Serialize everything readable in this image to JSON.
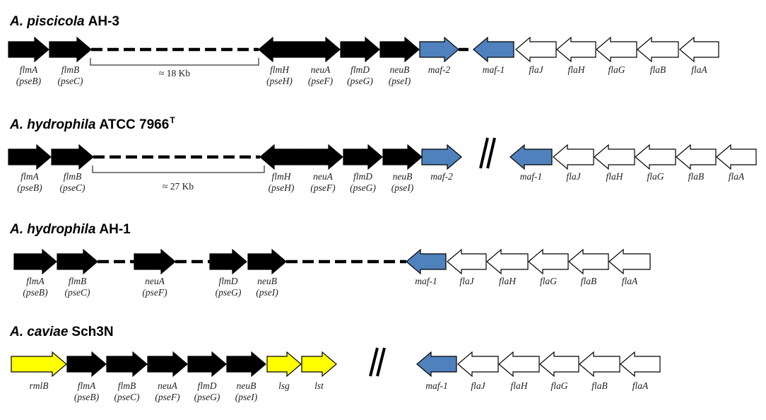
{
  "colors": {
    "black_gene": "#000000",
    "blue_gene": "#4f81bd",
    "yellow_gene": "#ffff00",
    "white_gene": "#ffffff",
    "outline": "#000000"
  },
  "strains": [
    {
      "name": "A. piscicola",
      "strain": "AH-3",
      "sup": "",
      "genes": [
        {
          "label": "flmA",
          "sub": "(pseB)",
          "color": "black",
          "dir": "right"
        },
        {
          "label": "flmB",
          "sub": "(pseC)",
          "color": "black",
          "dir": "right"
        },
        {
          "label": "flmH",
          "sub": "(pseH)",
          "color": "black",
          "dir": "left"
        },
        {
          "label": "neuA",
          "sub": "(pseF)",
          "color": "black",
          "dir": "right"
        },
        {
          "label": "flmD",
          "sub": "(pseG)",
          "color": "black",
          "dir": "right"
        },
        {
          "label": "neuB",
          "sub": "(pseI)",
          "color": "black",
          "dir": "right"
        },
        {
          "label": "maf-2",
          "sub": "",
          "color": "blue",
          "dir": "right"
        },
        {
          "label": "maf-1",
          "sub": "",
          "color": "blue",
          "dir": "left"
        },
        {
          "label": "flaJ",
          "sub": "",
          "color": "white",
          "dir": "left"
        },
        {
          "label": "flaH",
          "sub": "",
          "color": "white",
          "dir": "left"
        },
        {
          "label": "flaG",
          "sub": "",
          "color": "white",
          "dir": "left"
        },
        {
          "label": "flaB",
          "sub": "",
          "color": "white",
          "dir": "left"
        },
        {
          "label": "flaA",
          "sub": "",
          "color": "white",
          "dir": "left"
        }
      ],
      "gap_label": "≈ 18 Kb"
    },
    {
      "name": "A. hydrophila",
      "strain": "ATCC  7966",
      "sup": "T",
      "genes": [
        {
          "label": "flmA",
          "sub": "(pseB)",
          "color": "black",
          "dir": "right"
        },
        {
          "label": "flmB",
          "sub": "(pseC)",
          "color": "black",
          "dir": "right"
        },
        {
          "label": "flmH",
          "sub": "(pseH)",
          "color": "black",
          "dir": "left"
        },
        {
          "label": "neuA",
          "sub": "(pseF)",
          "color": "black",
          "dir": "right"
        },
        {
          "label": "flmD",
          "sub": "(pseG)",
          "color": "black",
          "dir": "right"
        },
        {
          "label": "neuB",
          "sub": "(pseI)",
          "color": "black",
          "dir": "right"
        },
        {
          "label": "maf-2",
          "sub": "",
          "color": "blue",
          "dir": "right"
        },
        {
          "label": "maf-1",
          "sub": "",
          "color": "blue",
          "dir": "left"
        },
        {
          "label": "flaJ",
          "sub": "",
          "color": "white",
          "dir": "left"
        },
        {
          "label": "flaH",
          "sub": "",
          "color": "white",
          "dir": "left"
        },
        {
          "label": "flaG",
          "sub": "",
          "color": "white",
          "dir": "left"
        },
        {
          "label": "flaB",
          "sub": "",
          "color": "white",
          "dir": "left"
        },
        {
          "label": "flaA",
          "sub": "",
          "color": "white",
          "dir": "left"
        }
      ],
      "gap_label": "≈ 27 Kb"
    },
    {
      "name": "A. hydrophila",
      "strain": "AH-1",
      "sup": "",
      "genes": [
        {
          "label": "flmA",
          "sub": "(pseB)",
          "color": "black",
          "dir": "right"
        },
        {
          "label": "flmB",
          "sub": "(pseC)",
          "color": "black",
          "dir": "right"
        },
        {
          "label": "neuA",
          "sub": "(pseF)",
          "color": "black",
          "dir": "right"
        },
        {
          "label": "flmD",
          "sub": "(pseG)",
          "color": "black",
          "dir": "right"
        },
        {
          "label": "neuB",
          "sub": "(pseI)",
          "color": "black",
          "dir": "right"
        },
        {
          "label": "maf-1",
          "sub": "",
          "color": "blue",
          "dir": "left"
        },
        {
          "label": "flaJ",
          "sub": "",
          "color": "white",
          "dir": "left"
        },
        {
          "label": "flaH",
          "sub": "",
          "color": "white",
          "dir": "left"
        },
        {
          "label": "flaG",
          "sub": "",
          "color": "white",
          "dir": "left"
        },
        {
          "label": "flaB",
          "sub": "",
          "color": "white",
          "dir": "left"
        },
        {
          "label": "flaA",
          "sub": "",
          "color": "white",
          "dir": "left"
        }
      ],
      "gap_label": ""
    },
    {
      "name": "A. caviae",
      "strain": "Sch3N",
      "sup": "",
      "genes": [
        {
          "label": "rmlB",
          "sub": "",
          "color": "yellow",
          "dir": "right"
        },
        {
          "label": "flmA",
          "sub": "(pseB)",
          "color": "black",
          "dir": "right"
        },
        {
          "label": "flmB",
          "sub": "(pseC)",
          "color": "black",
          "dir": "right"
        },
        {
          "label": "neuA",
          "sub": "(pseF)",
          "color": "black",
          "dir": "right"
        },
        {
          "label": "flmD",
          "sub": "(pseG)",
          "color": "black",
          "dir": "right"
        },
        {
          "label": "neuB",
          "sub": "(pseI)",
          "color": "black",
          "dir": "right"
        },
        {
          "label": "lsg",
          "sub": "",
          "color": "yellow",
          "dir": "right"
        },
        {
          "label": "lst",
          "sub": "",
          "color": "yellow",
          "dir": "right"
        },
        {
          "label": "maf-1",
          "sub": "",
          "color": "blue",
          "dir": "left"
        },
        {
          "label": "flaJ",
          "sub": "",
          "color": "white",
          "dir": "left"
        },
        {
          "label": "flaH",
          "sub": "",
          "color": "white",
          "dir": "left"
        },
        {
          "label": "flaG",
          "sub": "",
          "color": "white",
          "dir": "left"
        },
        {
          "label": "flaB",
          "sub": "",
          "color": "white",
          "dir": "left"
        },
        {
          "label": "flaA",
          "sub": "",
          "color": "white",
          "dir": "left"
        }
      ],
      "gap_label": ""
    }
  ]
}
